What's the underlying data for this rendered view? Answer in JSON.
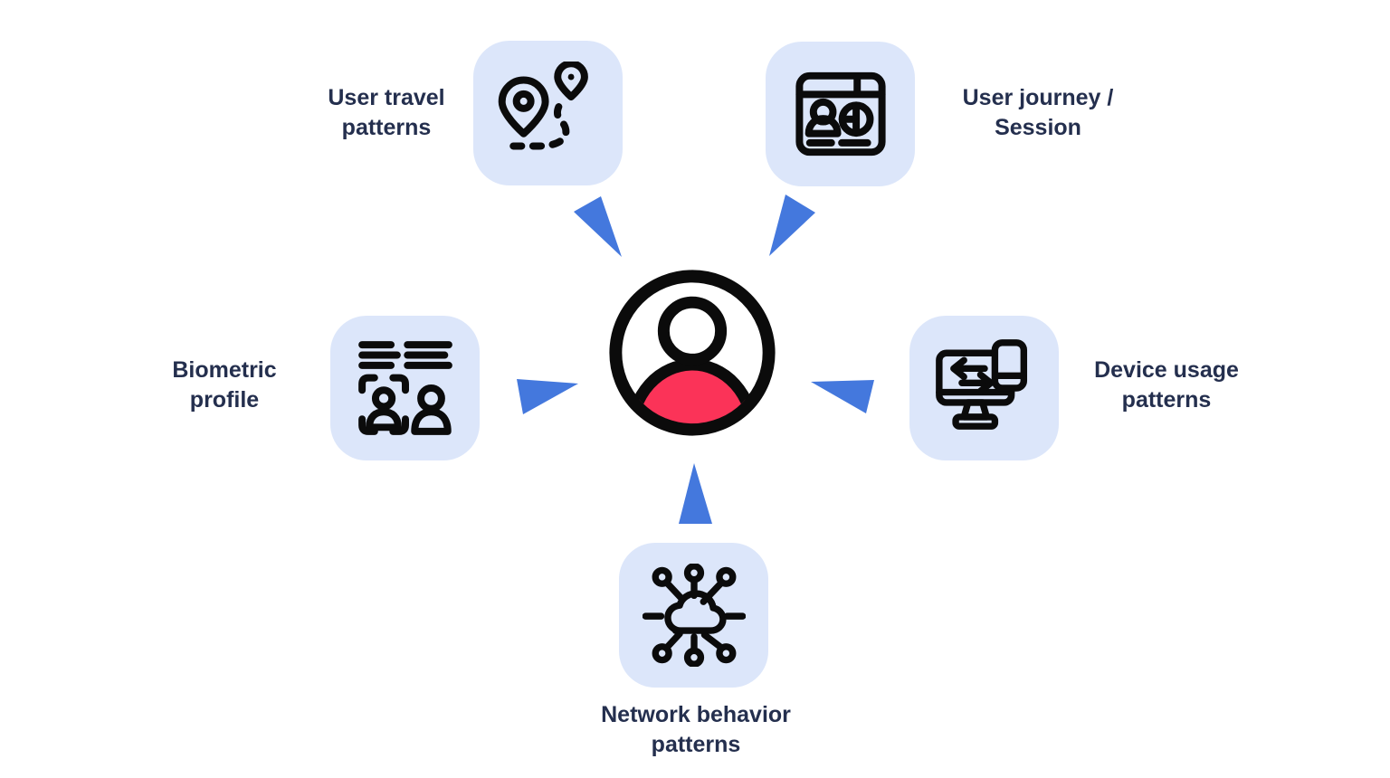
{
  "colors": {
    "background": "#FFFFFF",
    "tile": "#DCE6FA",
    "arrow": "#4478DD",
    "label": "#242F4E",
    "icon_stroke": "#0B0B0B",
    "avatar_body": "#FB3358"
  },
  "center": {
    "icon": "user-avatar-icon"
  },
  "nodes": [
    {
      "id": "user-travel-patterns",
      "icon": "map-route-icon",
      "label_lines": [
        "User travel",
        "patterns"
      ]
    },
    {
      "id": "user-journey-session",
      "icon": "browser-profile-chart-icon",
      "label_lines": [
        "User journey /",
        "Session"
      ]
    },
    {
      "id": "biometric-profile",
      "icon": "face-scan-id-icon",
      "label_lines": [
        "Biometric",
        "profile"
      ]
    },
    {
      "id": "device-usage-patterns",
      "icon": "computer-phone-sync-icon",
      "label_lines": [
        "Device usage",
        "patterns"
      ]
    },
    {
      "id": "network-behavior-patterns",
      "icon": "network-cloud-icon",
      "label_lines": [
        "Network behavior",
        "patterns"
      ]
    }
  ]
}
